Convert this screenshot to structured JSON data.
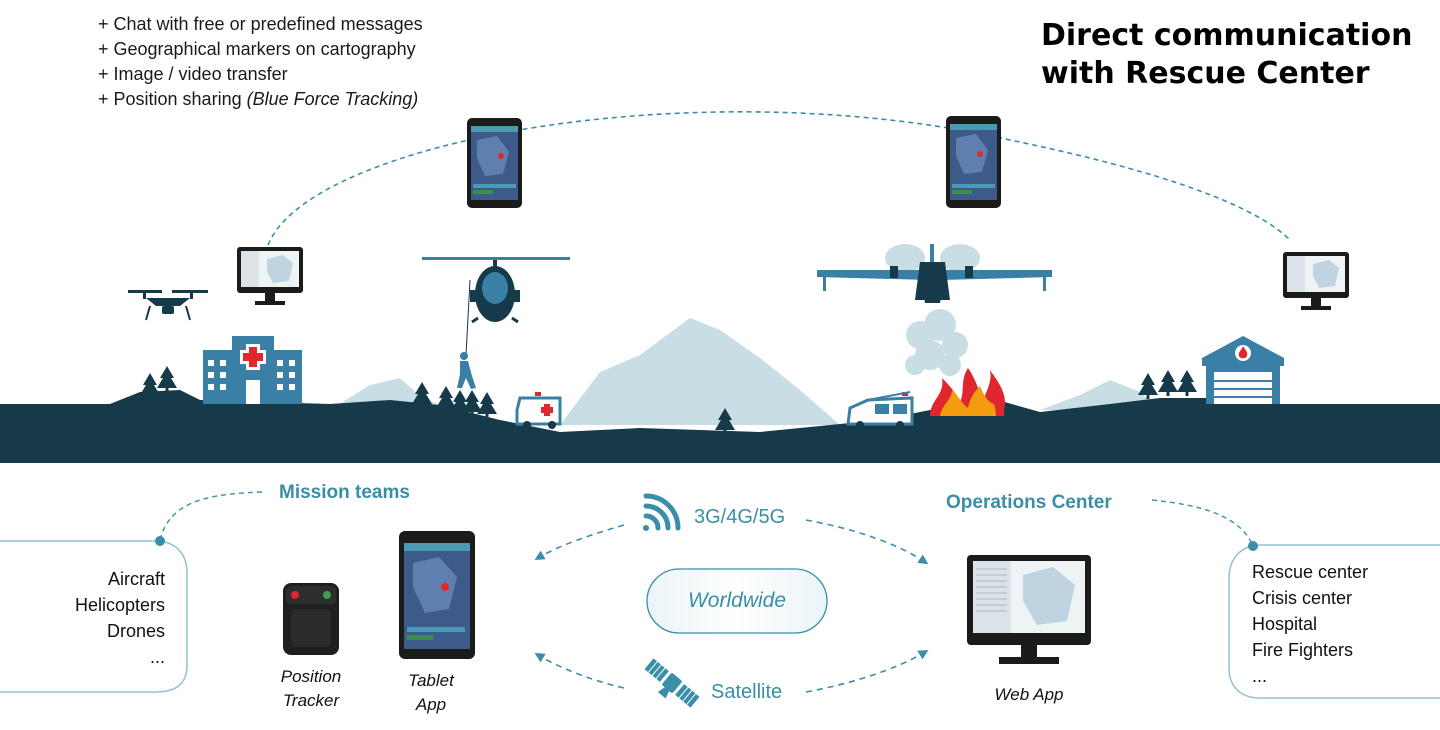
{
  "features": [
    {
      "text": "+ Chat with free or predefined messages",
      "italic": ""
    },
    {
      "text": "+ Geographical markers on cartography",
      "italic": ""
    },
    {
      "text": "+ Image / video transfer",
      "italic": ""
    },
    {
      "text": "+ Position sharing ",
      "italic": "(Blue Force Tracking)"
    }
  ],
  "headline": {
    "line1": "Direct communication",
    "line2": "with Rescue Center"
  },
  "mission": {
    "title": "Mission teams",
    "items": [
      "Aircraft",
      "Helicopters",
      "Drones",
      "..."
    ]
  },
  "operations": {
    "title": "Operations Center",
    "items": [
      "Rescue center",
      "Crisis center",
      "Hospital",
      "Fire Fighters",
      "..."
    ]
  },
  "network": {
    "cellular": "3G/4G/5G",
    "worldwide": "Worldwide",
    "satellite": "Satellite"
  },
  "devices": {
    "tracker": [
      "Position",
      "Tracker"
    ],
    "tablet": [
      "Tablet",
      "App"
    ],
    "webapp": "Web App"
  },
  "colors": {
    "ground": "#163a4a",
    "accent": "#3b8ea8",
    "mountain": "#c9dde5",
    "building": "#3a7fa6",
    "red": "#e0272d",
    "fire": "#f39c12"
  },
  "icons": [
    "drone-icon",
    "hospital-icon",
    "helicopter-icon",
    "rescuer-icon",
    "ambulance-icon",
    "water-bomber-icon",
    "smoke-icon",
    "fire-truck-icon",
    "fire-icon",
    "fire-station-icon",
    "desktop-monitor-icon",
    "smartphone-icon",
    "tablet-icon",
    "position-tracker-icon",
    "signal-icon",
    "satellite-icon"
  ]
}
